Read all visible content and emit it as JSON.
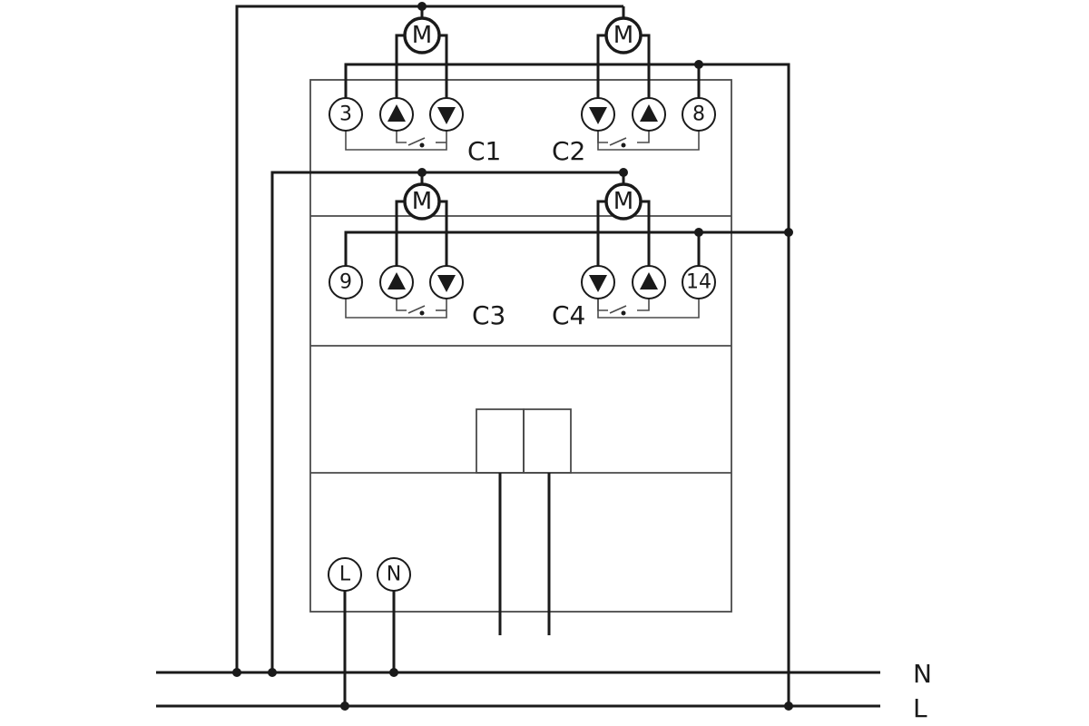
{
  "diagram": {
    "motor_label": "M",
    "terminals": {
      "t3": "3",
      "t8": "8",
      "t9": "9",
      "t14": "14",
      "tL": "L",
      "tN": "N"
    },
    "channels": {
      "c1": "C1",
      "c2": "C2",
      "c3": "C3",
      "c4": "C4"
    },
    "bus": {
      "neutral": "N",
      "line": "L"
    },
    "colors": {
      "ink": "#1a1a1a",
      "frame": "#4a4a4a",
      "background": "#ffffff"
    }
  }
}
